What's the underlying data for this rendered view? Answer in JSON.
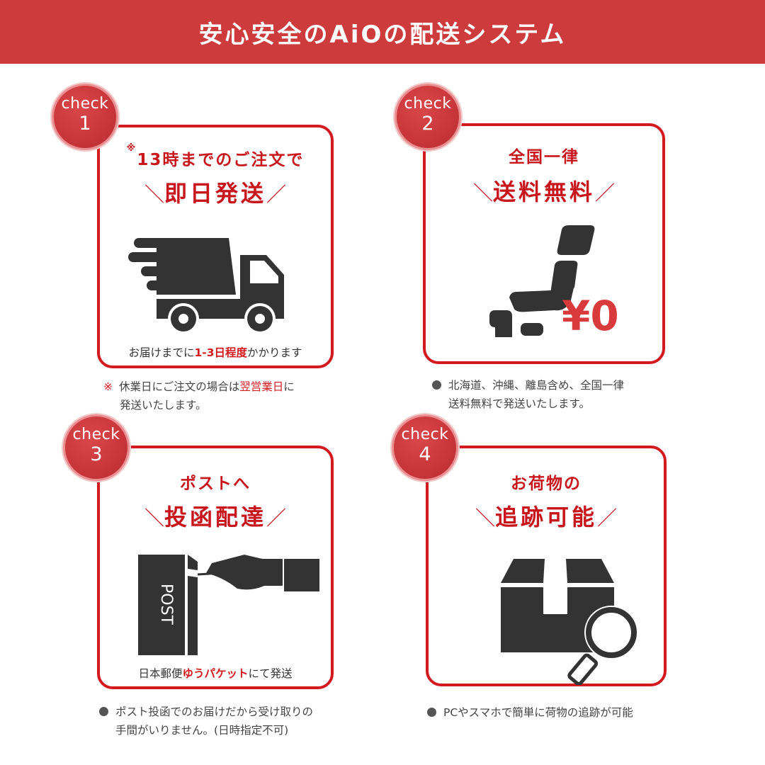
{
  "header": {
    "title": "安心安全のAiOの配送システム",
    "bg_color": "#cd3b3d"
  },
  "accent_color": "#d21a1f",
  "cards": [
    {
      "badge": {
        "label": "check",
        "number": "1"
      },
      "sub_title_mark": "※",
      "sub_title": "13時までのご注文で",
      "main_title": "即日発送",
      "slash_left": "＼",
      "slash_right": "／",
      "icon": "delivery-truck-icon",
      "caption": {
        "before": "お届けまでに",
        "highlight": "1-3日程度",
        "after": "かかります"
      },
      "note": {
        "bullet": "※",
        "before": "休業日にご注文の場合は",
        "highlight": "翌営業日",
        "after": "に",
        "line2": "発送いたします。"
      }
    },
    {
      "badge": {
        "label": "check",
        "number": "2"
      },
      "sub_title": "全国一律",
      "main_title": "送料無料",
      "slash_left": "＼",
      "slash_right": "／",
      "icon": "japan-map-yen-icon",
      "icon_text": "¥0",
      "note": {
        "line1": "北海道、沖縄、離島含め、全国一律",
        "line2": "送料無料で発送いたします。"
      }
    },
    {
      "badge": {
        "label": "check",
        "number": "3"
      },
      "sub_title": "ポストへ",
      "main_title": "投函配達",
      "slash_left": "＼",
      "slash_right": "／",
      "icon": "mailbox-hand-icon",
      "icon_text": "POST",
      "caption": {
        "before": "日本郵便",
        "highlight": "ゆうパケット",
        "after": "にて発送"
      },
      "note": {
        "line1": "ポスト投函でのお届けだから受け取りの",
        "line2": "手間がいりません。(日時指定不可)"
      }
    },
    {
      "badge": {
        "label": "check",
        "number": "4"
      },
      "sub_title": "お荷物の",
      "main_title": "追跡可能",
      "slash_left": "＼",
      "slash_right": "／",
      "icon": "package-search-icon",
      "note": {
        "line1": "PCやスマホで簡単に荷物の追跡が可能"
      }
    }
  ]
}
